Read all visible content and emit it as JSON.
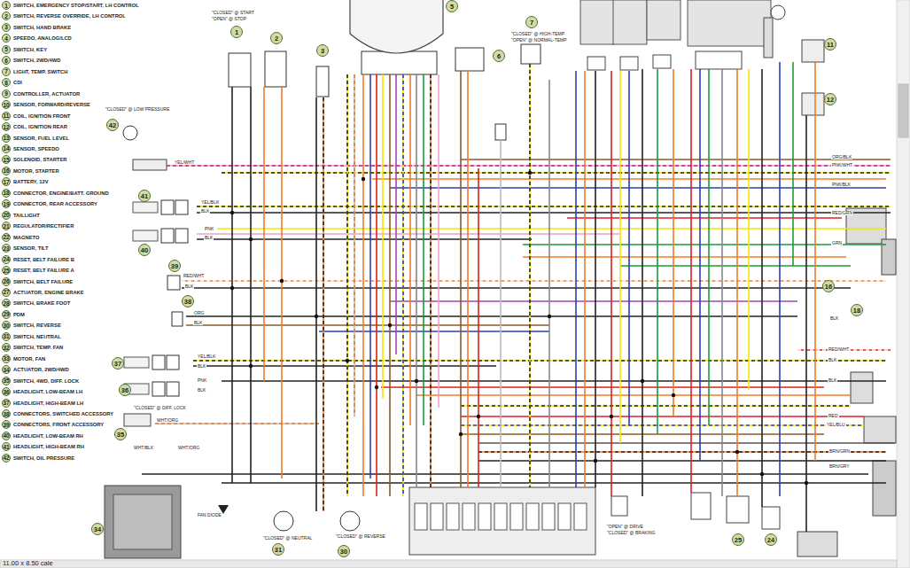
{
  "diagram": {
    "nodes": [
      {
        "text": [
          "1",
          "SWITCH, EMERGENCY STOP/START, LH CONTROL"
        ]
      },
      {
        "text": [
          "2",
          "SWITCH, REVERSE OVERRIDE, LH CONTROL"
        ]
      },
      {
        "text": [
          "3",
          "SWITCH, HAND BRAKE"
        ]
      },
      {
        "text": [
          "4",
          "SPEEDO, ANALOG/LCD"
        ]
      },
      {
        "text": [
          "5",
          "SWITCH, KEY"
        ]
      },
      {
        "text": [
          "6",
          "SWITCH, 2WD/4WD"
        ]
      },
      {
        "text": [
          "7",
          "LIGHT, TEMP. SWITCH"
        ]
      },
      {
        "text": [
          "8",
          "CDI"
        ]
      },
      {
        "text": [
          "9",
          "CONTROLLER, ACTUATOR"
        ]
      },
      {
        "text": [
          "10",
          "SENSOR, FORWARD/REVERSE"
        ]
      },
      {
        "text": [
          "11",
          "COIL, IGNITION FRONT"
        ]
      },
      {
        "text": [
          "12",
          "COIL, IGNITION REAR"
        ]
      },
      {
        "text": [
          "13",
          "SENSOR, FUEL LEVEL"
        ]
      },
      {
        "text": [
          "14",
          "SENSOR, SPEEDO"
        ]
      },
      {
        "text": [
          "15",
          "SOLENOID, STARTER"
        ]
      },
      {
        "text": [
          "16",
          "MOTOR, STARTER"
        ]
      },
      {
        "text": [
          "17",
          "BATTERY, 12V"
        ]
      },
      {
        "text": [
          "18",
          "CONNECTOR, ENGINE/BATT. GROUND"
        ]
      },
      {
        "text": [
          "19",
          "CONNECTOR, REAR ACCESSORY"
        ]
      },
      {
        "text": [
          "20",
          "TAILLIGHT"
        ]
      },
      {
        "text": [
          "21",
          "REGULATOR/RECTIFIER"
        ]
      },
      {
        "text": [
          "22",
          "MAGNETO"
        ]
      },
      {
        "text": [
          "23",
          "SENSOR, TILT"
        ]
      },
      {
        "text": [
          "24",
          "RESET, BELT FAILURE B"
        ]
      },
      {
        "text": [
          "25",
          "RESET, BELT FAILURE A"
        ]
      },
      {
        "text": [
          "26",
          "SWITCH, BELT FAILURE"
        ]
      },
      {
        "text": [
          "27",
          "ACTUATOR, ENGINE BRAKE"
        ]
      },
      {
        "text": [
          "28",
          "SWITCH, BRAKE FOOT"
        ]
      },
      {
        "text": [
          "29",
          "PDM"
        ]
      },
      {
        "text": [
          "30",
          "SWITCH, REVERSE"
        ]
      },
      {
        "text": [
          "31",
          "SWITCH, NEUTRAL"
        ]
      },
      {
        "text": [
          "32",
          "SWITCH, TEMP. FAN"
        ]
      },
      {
        "text": [
          "33",
          "MOTOR, FAN"
        ]
      },
      {
        "text": [
          "34",
          "ACTUATOR, 2WD/4WD"
        ]
      },
      {
        "text": [
          "35",
          "SWITCH, 4WD, DIFF. LOCK"
        ]
      },
      {
        "text": [
          "36",
          "HEADLIGHT, LOW-BEAM LH"
        ]
      },
      {
        "text": [
          "37",
          "HEADLIGHT, HIGH-BEAM LH"
        ]
      },
      {
        "text": [
          "38",
          "CONNECTORS, SWITCHED ACCESSORY"
        ]
      },
      {
        "text": [
          "39",
          "CONNECTORS, FRONT ACCESSORY"
        ]
      },
      {
        "text": [
          "40",
          "HEADLIGHT, LOW-BEAM RH"
        ]
      },
      {
        "text": [
          "41",
          "HEADLIGHT, HIGH-BEAM RH"
        ]
      },
      {
        "text": [
          "42",
          "SWITCH, OIL PRESSURE"
        ]
      },
      {
        "text": [
          "5"
        ]
      },
      {
        "text": [
          "7"
        ]
      },
      {
        "text": [
          "1"
        ]
      },
      {
        "text": [
          "2"
        ]
      },
      {
        "text": [
          "11"
        ]
      },
      {
        "text": [
          "3"
        ]
      },
      {
        "text": [
          "6"
        ]
      },
      {
        "text": [
          "12"
        ]
      },
      {
        "text": [
          "42"
        ]
      },
      {
        "text": [
          "41"
        ]
      },
      {
        "text": [
          "40"
        ]
      },
      {
        "text": [
          "39"
        ]
      },
      {
        "text": [
          "16"
        ]
      },
      {
        "text": [
          "18"
        ]
      },
      {
        "text": [
          "38"
        ]
      },
      {
        "text": [
          "37"
        ]
      },
      {
        "text": [
          "36"
        ]
      },
      {
        "text": [
          "35"
        ]
      },
      {
        "text": [
          "34"
        ]
      },
      {
        "text": [
          "25"
        ]
      },
      {
        "text": [
          "24"
        ]
      },
      {
        "text": [
          "31"
        ]
      },
      {
        "text": [
          "30"
        ]
      }
    ],
    "labels": [
      "11.00 x 8.50 cale",
      "\"CLOSED\" @ LOW PRESSURE",
      "YEL/WHT",
      "YEL/BLK",
      "BLK",
      "PNK",
      "BLK",
      "RED/WHT",
      "BLK",
      "ORG",
      "BLK",
      "YEL/BLK",
      "BLK",
      "PNK",
      "BLK",
      "WHT/ORG",
      "\"CLOSED\" @ DIFF. LOCK",
      "WHT/BLK",
      "WHT/ORG",
      "FAN DIODE",
      "\"CLOSED\" @ REVERSE",
      "\"CLOSED\" @ NEUTRAL",
      "ORG/BLK",
      "PNK/WHT",
      "PNK/BLK",
      "RED/GRN",
      "GRN",
      "BLK",
      "RED/WHT",
      "BLK",
      "BLK",
      "RED",
      "YEL/BLU",
      "BRN/GRN",
      "BRN/GRY",
      "\"CLOSED\" @ START",
      "\"OPEN\" @ STOP",
      "\"CLOSED\" @ HIGH-TEMP",
      "\"OPEN\" @ NORMAL-TEMP",
      "\"OPEN\" @ DRIVE",
      "\"CLOSED\" @ BRAKING"
    ]
  }
}
